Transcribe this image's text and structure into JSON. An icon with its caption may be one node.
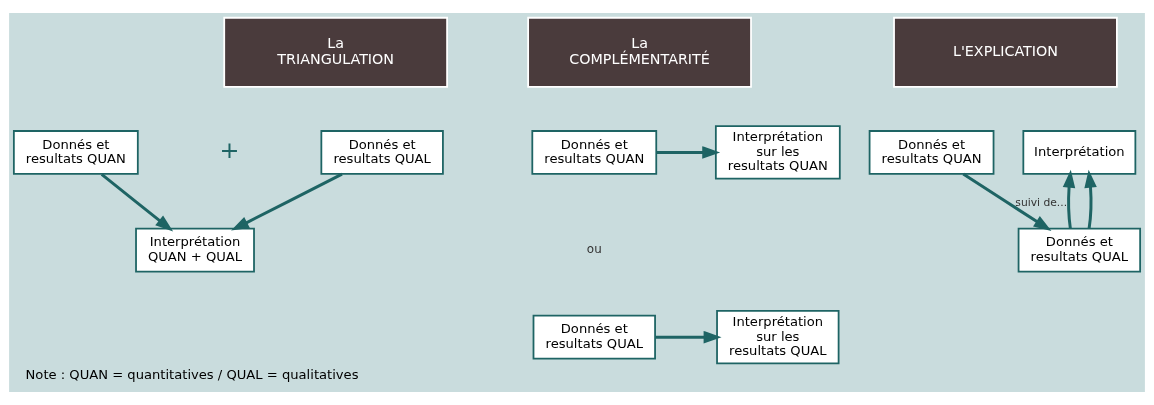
{
  "diagram": {
    "caption": "Note : QUAN = quantitatives / QUAL = qualitatives",
    "nodes": [
      {
        "text": [
          "La",
          "TRIANGULATION"
        ]
      },
      {
        "text": [
          "Donnés et resultats QUAN"
        ]
      },
      {
        "text": [
          "Donnés et resultats QUAL"
        ]
      },
      {
        "text": [
          "Interprétation QUAN + QUAL"
        ]
      },
      {
        "text": [
          "La",
          "COMPLÉMENTARITÉ"
        ]
      },
      {
        "text": [
          "Donnés et resultats QUAN"
        ]
      },
      {
        "text": [
          "Interprétation sur les resultats QUAN"
        ]
      },
      {
        "text": [
          "Donnés et resultats QUAL"
        ]
      },
      {
        "text": [
          "Interprétation sur les resultats QUAL"
        ]
      },
      {
        "text": [
          "L'EXPLICATION"
        ]
      },
      {
        "text": [
          "Donnés et resultats QUAN"
        ]
      },
      {
        "text": [
          "Interprétation"
        ]
      },
      {
        "text": [
          "Donnés et resultats QUAL"
        ]
      }
    ],
    "edges": [
      {
        "from": 1,
        "to": 3,
        "arrow": "to"
      },
      {
        "from": 2,
        "to": 3,
        "arrow": "to"
      },
      {
        "from": 5,
        "to": 6,
        "arrow": "to"
      },
      {
        "from": 7,
        "to": 8,
        "arrow": "to"
      },
      {
        "from": 10,
        "to": 12,
        "arrow": "to",
        "label": "suivi de..."
      },
      {
        "from": 12,
        "to": 11,
        "arrow": "to"
      },
      {
        "from": 12,
        "to": 11,
        "arrow": "to"
      }
    ],
    "labels": [
      "+",
      "ou"
    ]
  }
}
